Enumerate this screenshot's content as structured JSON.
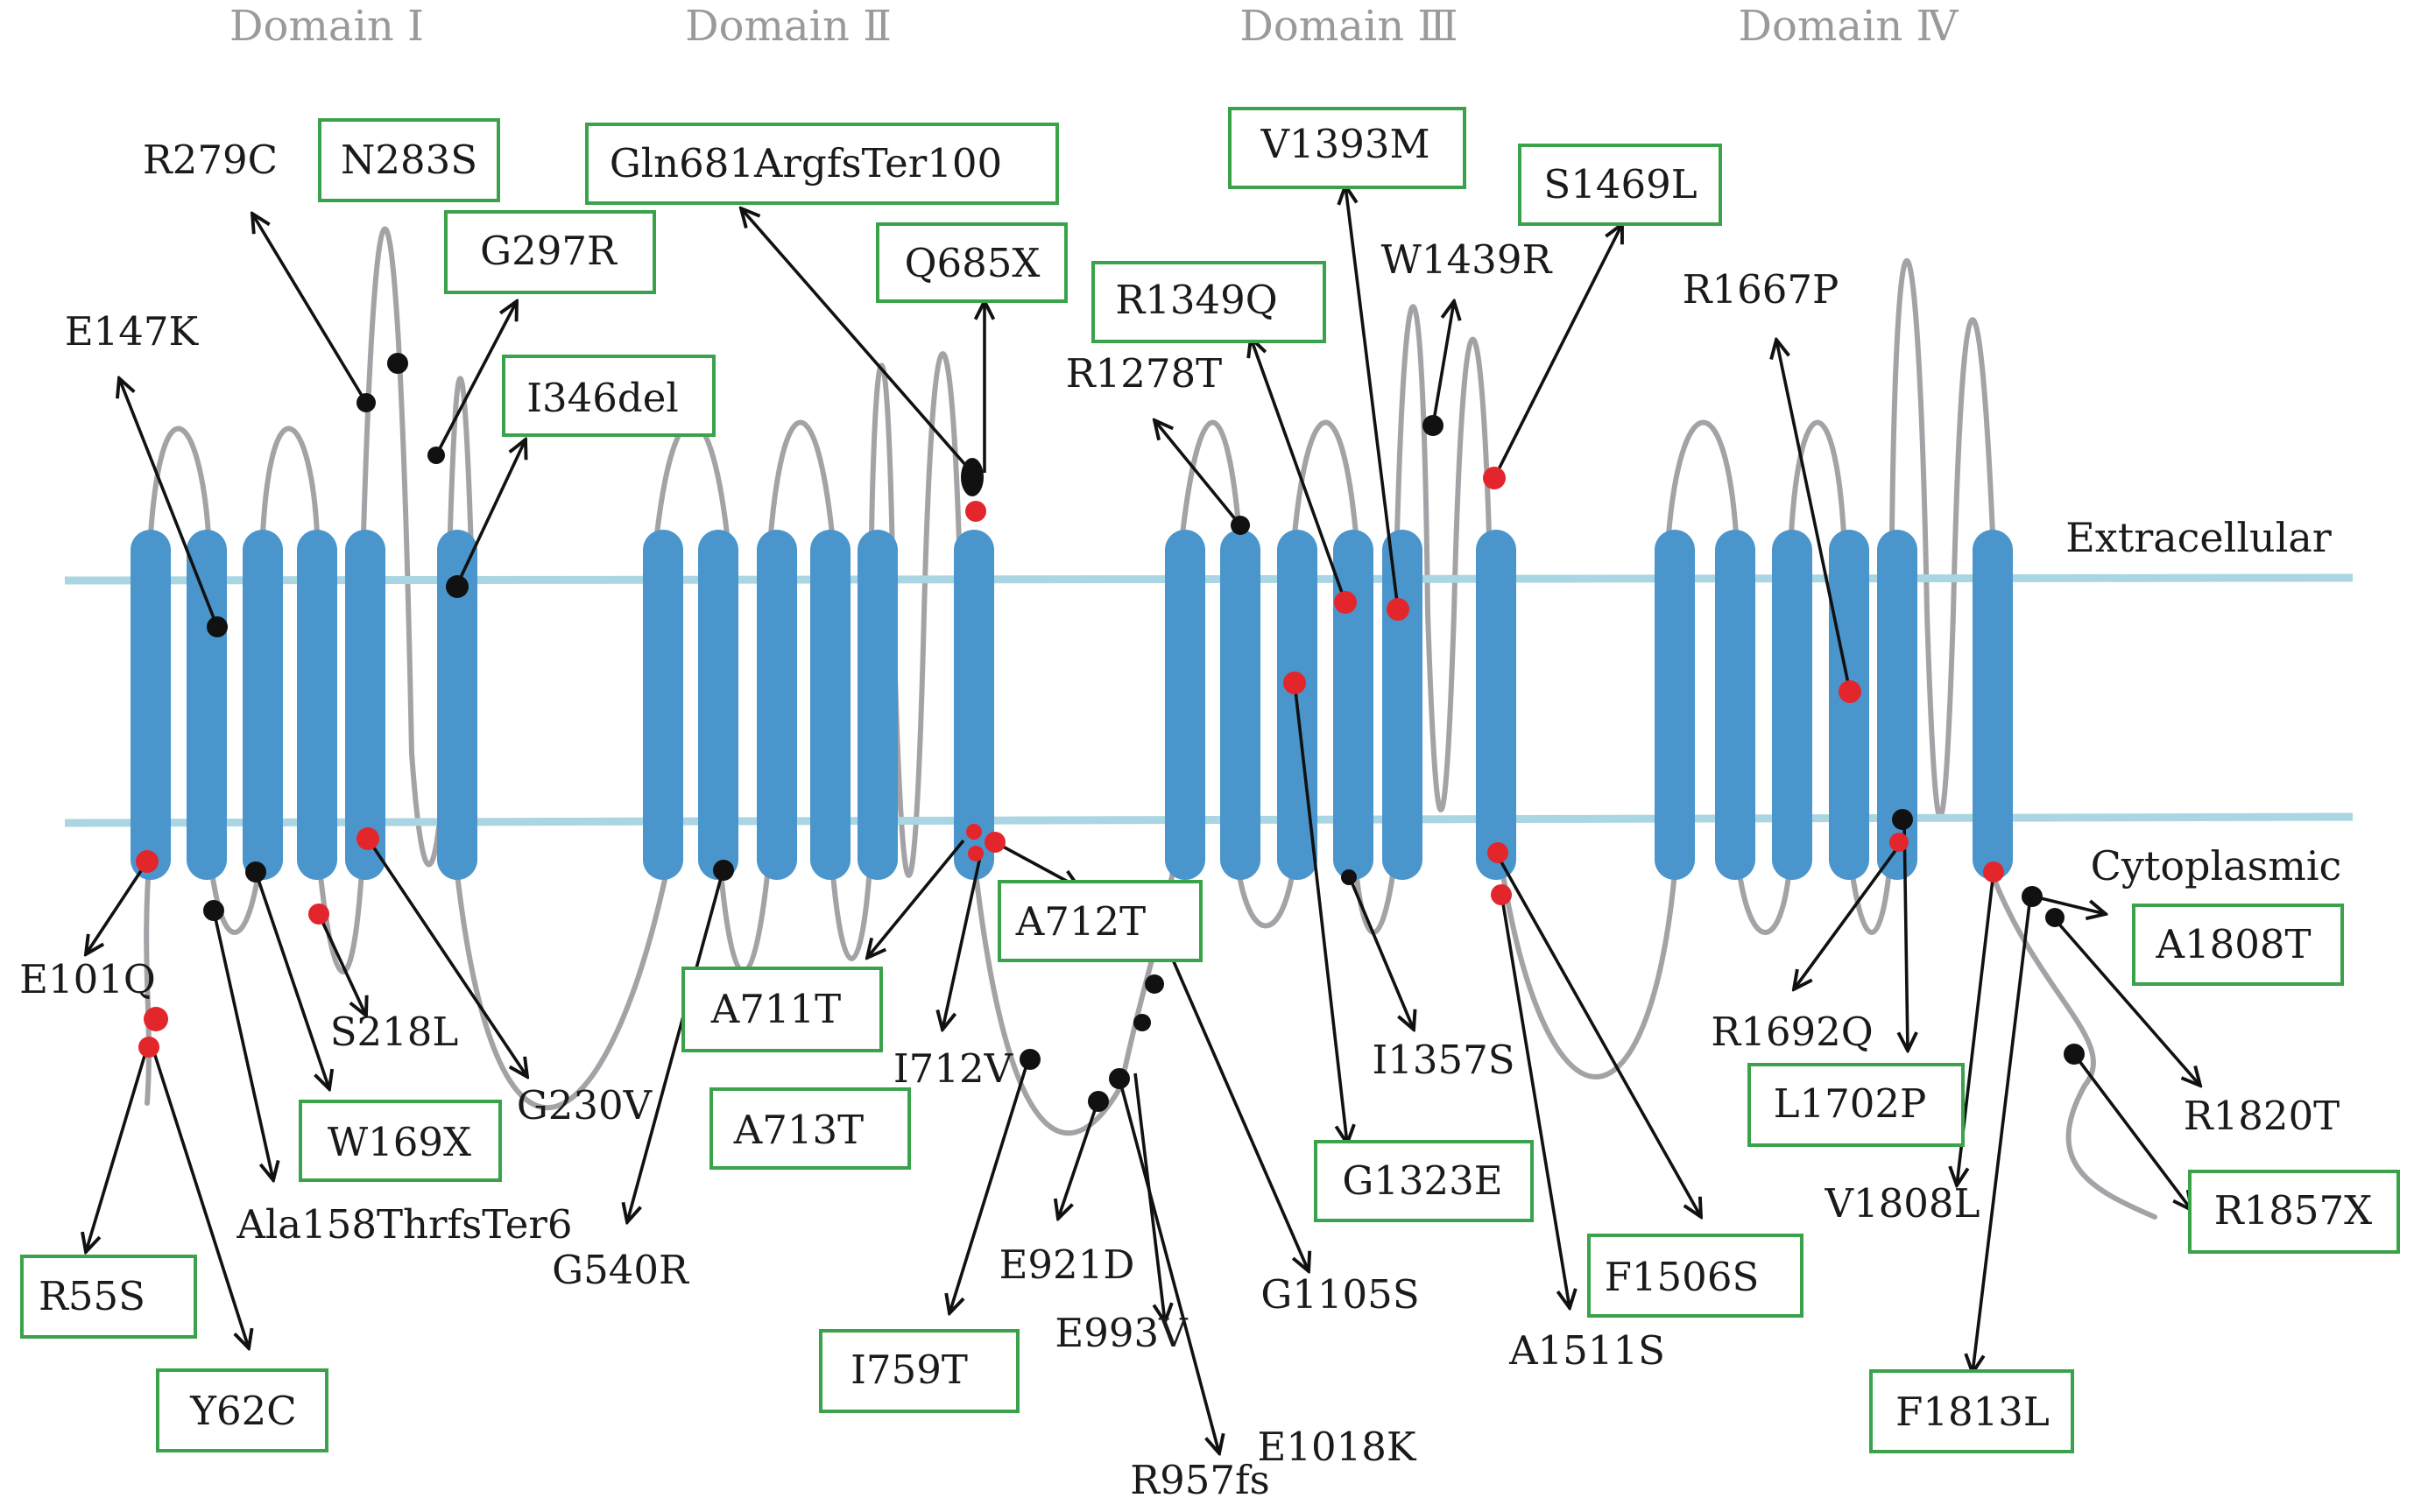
{
  "domains": [
    "Domain Ⅰ",
    "Domain Ⅱ",
    "Domain Ⅲ",
    "Domain Ⅳ"
  ],
  "sides": {
    "extracellular": "Extracellular",
    "cytoplasmic": "Cytoplasmic"
  },
  "colors": {
    "helix": "#4a96cc",
    "membrane": "#a9d6e2",
    "loop": "#a4a2a6",
    "box": "#3aa24a",
    "dot_red": "#e2262c",
    "dot_black": "#111111"
  },
  "legend_marks": {
    "boxed": "green-box",
    "plain": "no-box"
  },
  "mutations": {
    "boxed": [
      "N283S",
      "Gln681ArgfsTer100",
      "G297R",
      "Q685X",
      "I346del",
      "V1393M",
      "S1469L",
      "R1349Q",
      "A712T",
      "A711T",
      "A713T",
      "W169X",
      "R55S",
      "Y62C",
      "I759T",
      "G1323E",
      "F1506S",
      "L1702P",
      "A1808T",
      "R1857X",
      "F1813L"
    ],
    "plain": [
      "R279C",
      "E147K",
      "W1439R",
      "R1278T",
      "R1667P",
      "E101Q",
      "S218L",
      "G230V",
      "I712V",
      "Ala158ThrfsTer6",
      "G540R",
      "E921D",
      "E993V",
      "G1105S",
      "I1357S",
      "A1511S",
      "R1692Q",
      "R1820T",
      "V1808L",
      "E1018K",
      "R957fs"
    ]
  }
}
